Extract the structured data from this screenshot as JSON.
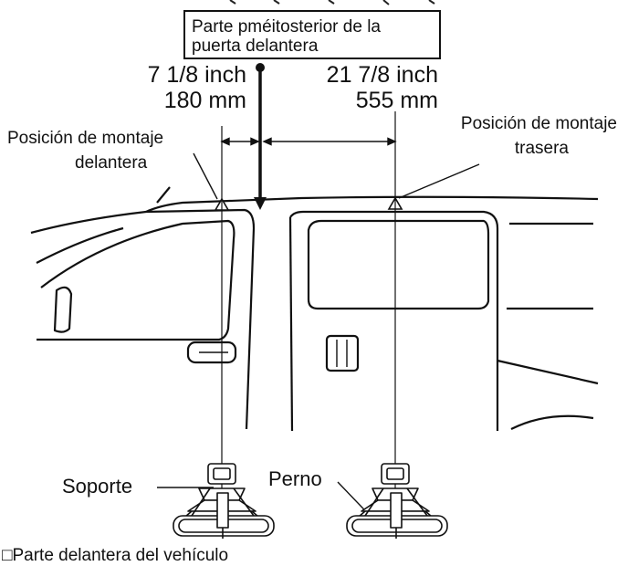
{
  "top_box": {
    "line1": "Parte pméitosterior de la",
    "line2": "puerta delantera"
  },
  "left_distance": {
    "imperial": "7 1/8 inch",
    "metric": "180 mm"
  },
  "right_distance": {
    "imperial": "21 7/8 inch",
    "metric": "555 mm"
  },
  "front_mount": {
    "line1": "Posición de montaje",
    "line2": "delantera"
  },
  "rear_mount": {
    "line1": "Posición de montaje",
    "line2": "trasera"
  },
  "labels": {
    "support": "Soporte",
    "bolt": "Perno",
    "footer": "□Parte delantera del vehículo"
  }
}
